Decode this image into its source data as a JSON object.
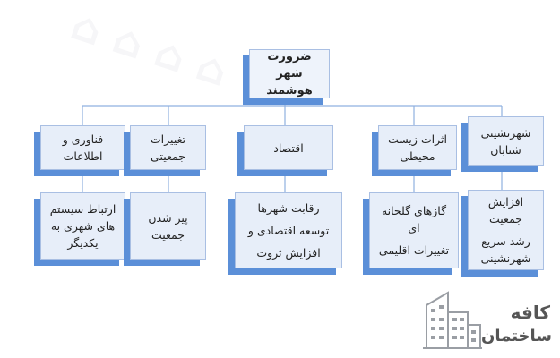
{
  "diagram": {
    "root": {
      "lines": [
        "ضرورت شهر",
        "هوشمند"
      ]
    },
    "branches": [
      {
        "id": "tech",
        "title": [
          "فناوری و",
          "اطلاعات"
        ],
        "child": [
          "ارتباط سیستم",
          "های شهری به",
          "یکدیگر"
        ]
      },
      {
        "id": "demo",
        "title": [
          "تغییرات",
          "جمعیتی"
        ],
        "child": [
          "پیر شدن",
          "جمعیت"
        ]
      },
      {
        "id": "econ",
        "title": [
          "اقتصاد"
        ],
        "child": [
          "رقابت شهرها",
          "توسعه اقتصادی و",
          "افزایش ثروت"
        ]
      },
      {
        "id": "env",
        "title": [
          "اثرات زیست",
          "محیطی"
        ],
        "child": [
          "گازهای گلخانه ای",
          "تغییرات اقلیمی"
        ]
      },
      {
        "id": "urban",
        "title": [
          "شهرنشینی",
          "شتابان"
        ],
        "child": [
          "افزایش",
          "جمعیت",
          "رشد سریع",
          "شهرنشینی"
        ]
      }
    ]
  },
  "logo": {
    "line1": "کافه",
    "line2": "ساختمان"
  },
  "colors": {
    "node_fill": "#e7eef9",
    "node_shadow": "#5b8fd8",
    "connector": "#8fb0e0"
  }
}
